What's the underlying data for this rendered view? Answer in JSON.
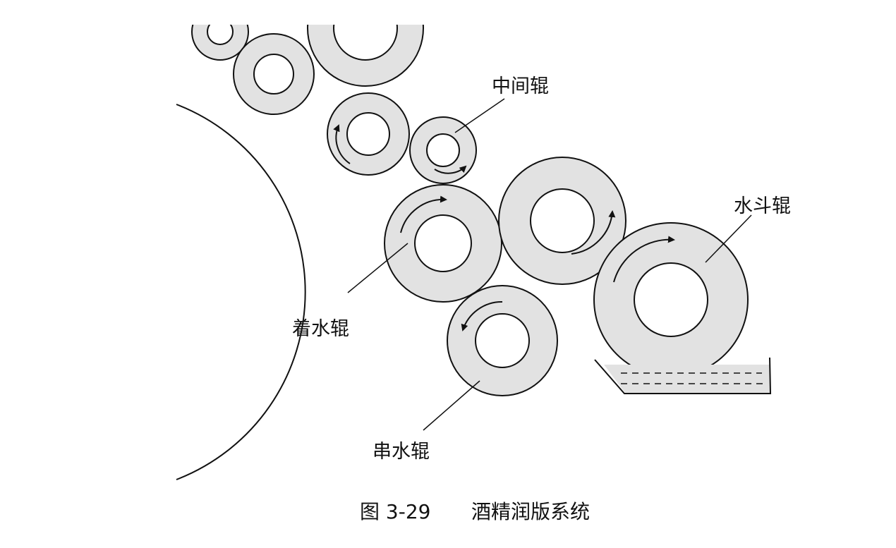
{
  "labels": {
    "intermediate_roller": "中间辊",
    "fountain_roller": "水斗辊",
    "form_roller": "着水辊",
    "oscillating_roller": "串水辊"
  },
  "caption": {
    "number": "图 3-29",
    "title": "酒精润版系统"
  },
  "colors": {
    "roller_fill": "#e2e2e2",
    "stroke": "#111111"
  }
}
